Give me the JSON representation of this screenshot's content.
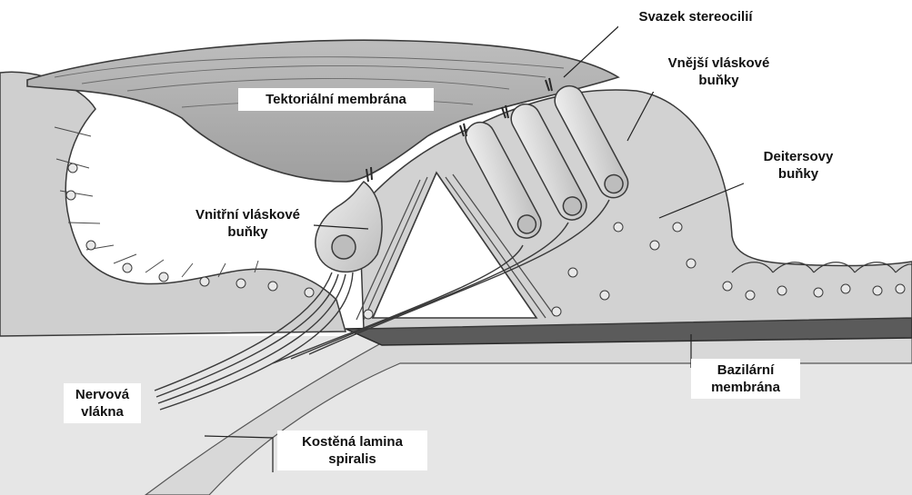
{
  "labels": {
    "stereocilia_bundle": "Svazek stereocilií",
    "outer_hair_cells": "Vnější vláskové\nbuňky",
    "tectorial_membrane": "Tektoriální membrána",
    "deiters_cells": "Deitersovy\nbuňky",
    "inner_hair_cells": "Vnitřní vláskové\nbuňky",
    "basilar_membrane": "Bazilární\nmembrána",
    "nerve_fibers": "Nervová\nvlákna",
    "osseous_spiral_lamina": "Kostěná lamina\nspiralis"
  },
  "colors": {
    "tissue": "#cfcfcf",
    "tissue_dark": "#9a9a9a",
    "outline": "#3a3a3a",
    "cell_fill": "#dcdcdc",
    "nucleus": "#a8a8a8",
    "background": "#ffffff"
  }
}
